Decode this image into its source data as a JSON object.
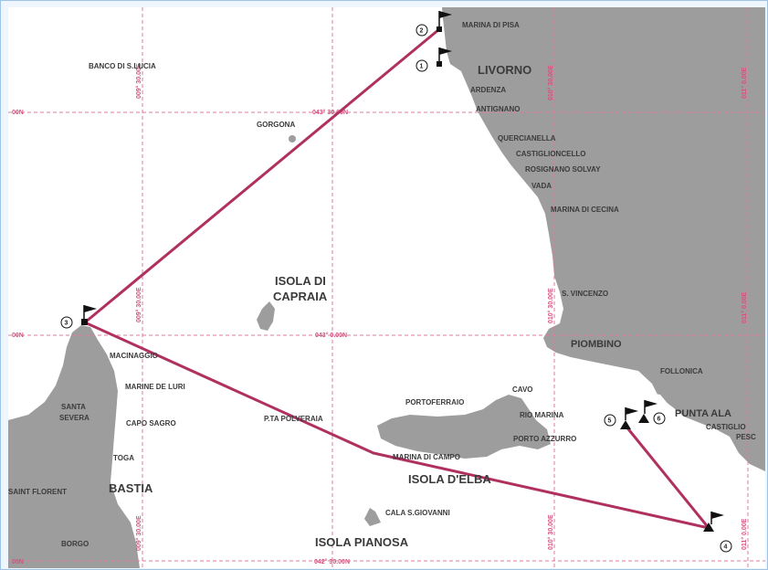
{
  "colors": {
    "land": "#9d9d9d",
    "sea": "#ffffff",
    "route": "#b0305f",
    "grid": "#e07aa0",
    "label": "#3b3b3b"
  },
  "places": {
    "banco": "BANCO DI S.LUCIA",
    "marina_di_pisa": "MARINA DI PISA",
    "livorno": "LIVORNO",
    "ardenza": "ARDENZA",
    "antignano": "ANTIGNANO",
    "gorgona": "GORGONA",
    "quercianella": "QUERCIANELLA",
    "castiglioncello": "CASTIGLIONCELLO",
    "rosignano": "ROSIGNANO SOLVAY",
    "vada": "VADA",
    "marina_di_cecina": "MARINA DI CECINA",
    "capraia_1": "ISOLA DI",
    "capraia_2": "CAPRAIA",
    "s_vincenzo": "S. VINCENZO",
    "piombino": "PIOMBINO",
    "follonica": "FOLLONICA",
    "punta_ala": "PUNTA ALA",
    "castiglione": "CASTIGLIO",
    "pesc": "PESC",
    "macinaggio": "MACINAGGIO",
    "marine_de_luri": "MARINE DE LURI",
    "santa": "SANTA",
    "severa": "SEVERA",
    "capo_sagro": "CAPO SAGRO",
    "pta_polveraia": "P.TA POLVERAIA",
    "portoferraio": "PORTOFERRAIO",
    "cavo": "CAVO",
    "rio_marina": "RIO MARINA",
    "porto_azzurro": "PORTO AZZURRO",
    "marina_di_campo": "MARINA DI CAMPO",
    "isola_elba": "ISOLA D'ELBA",
    "toga": "TOGA",
    "saint_florent": "SAINT FLORENT",
    "bastia": "BASTIA",
    "cala_giovanni": "CALA S.GIOVANNI",
    "isola_pianosa": "ISOLA PIANOSA",
    "borgo": "BORGO"
  },
  "grid": {
    "lat_top": "043° 30.00N",
    "lat_mid": "043° 0.00N",
    "lat_bottom": "042° 30.00N",
    "lat_left_top": "00N",
    "lat_left_mid": "00N",
    "lat_left_bottom": "00N",
    "lon_1": "009° 30.00E",
    "lon_1b": "009° 30.00E",
    "lon_2": "010° 30.00E",
    "lon_3": "011° 0.00E",
    "lon_3b": "011° 0.00E",
    "lon_4": "010° 30.00E",
    "lon_5": "010° 30.00E",
    "lon_6": "009° 30.00E",
    "lon_7": "011° 0.00E"
  },
  "waypoints": [
    "1",
    "2",
    "3",
    "4",
    "5",
    "6"
  ],
  "route": {
    "description_waypoint_order": [
      "2",
      "3",
      "4",
      "5"
    ]
  }
}
